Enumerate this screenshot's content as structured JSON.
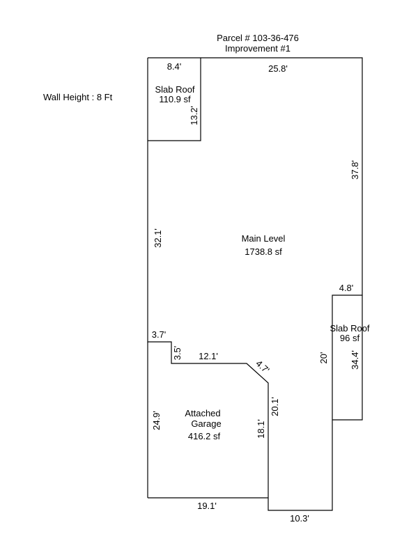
{
  "header": {
    "parcel": "Parcel # 103-36-476",
    "improvement": "Improvement #1"
  },
  "wall_height": "Wall Height : 8 Ft",
  "areas": {
    "main": {
      "name": "Main Level",
      "area": "1738.8 sf"
    },
    "slab_roof_1": {
      "name": "Slab Roof",
      "area": "110.9 sf"
    },
    "slab_roof_2": {
      "name": "Slab Roof",
      "area": "96 sf"
    },
    "garage": {
      "name_1": "Attached",
      "name_2": "Garage",
      "area": "416.2 sf"
    }
  },
  "dimensions": {
    "d8_4": "8.4'",
    "d25_8": "25.8'",
    "d13_2": "13.2'",
    "d37_8": "37.8'",
    "d32_1": "32.1'",
    "d4_8": "4.8'",
    "d34_4": "34.4'",
    "d20": "20'",
    "d3_7": "3.7'",
    "d3_5": "3.5'",
    "d12_1": "12.1'",
    "d4_7": "4.7'",
    "d20_1": "20.1'",
    "d18_1": "18.1'",
    "d24_9": "24.9'",
    "d19_1": "19.1'",
    "d10_3": "10.3'"
  }
}
